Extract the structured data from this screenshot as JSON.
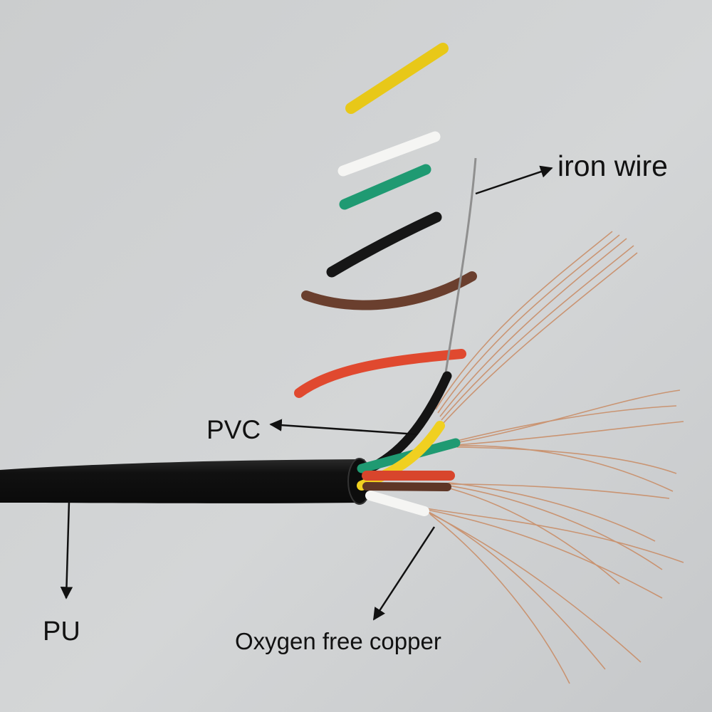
{
  "labels": {
    "iron_wire": "iron wire",
    "pvc": "PVC",
    "pu": "PU",
    "oxygen_free_copper": "Oxygen free copper"
  },
  "colors": {
    "background": "#d0d2d3",
    "cable_jacket": "#141414",
    "copper": "#c98a62",
    "yellow_insulation": "#f0d020",
    "white_insulation": "#f4f4f2",
    "green_insulation": "#1f9a72",
    "black_insulation": "#1a1a1a",
    "brown_insulation": "#6b4030",
    "red_insulation": "#e04a30",
    "iron_wire": "#9a9a9a"
  }
}
